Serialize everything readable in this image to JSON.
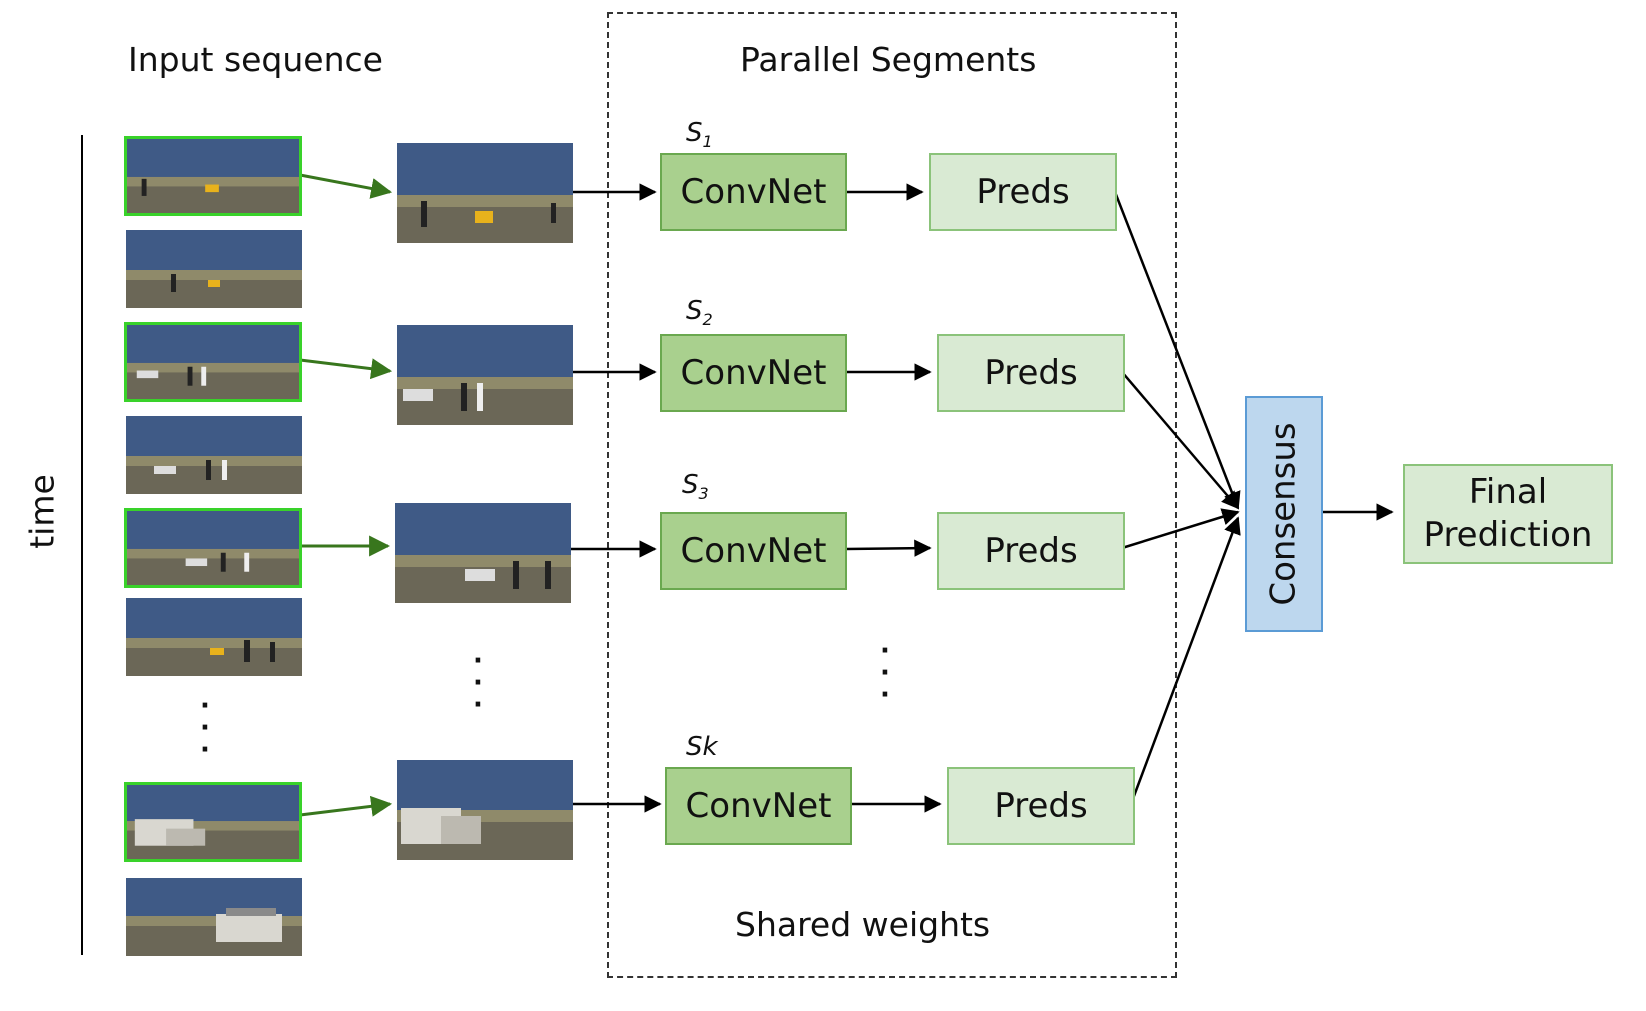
{
  "headings": {
    "input_sequence": "Input sequence",
    "parallel_segments": "Parallel Segments",
    "shared_weights": "Shared weights",
    "time": "time"
  },
  "segments": [
    {
      "label": "S",
      "sub": "1",
      "convnet": "ConvNet",
      "preds": "Preds"
    },
    {
      "label": "S",
      "sub": "2",
      "convnet": "ConvNet",
      "preds": "Preds"
    },
    {
      "label": "S",
      "sub": "3",
      "convnet": "ConvNet",
      "preds": "Preds"
    },
    {
      "label": "Sk",
      "sub": "",
      "convnet": "ConvNet",
      "preds": "Preds"
    }
  ],
  "consensus": "Consensus",
  "final": {
    "line1": "Final",
    "line2": "Prediction"
  },
  "colors": {
    "convnet_fill": "#a9d08e",
    "preds_fill": "#d9ead3",
    "consensus_fill": "#bdd7ee",
    "selected_frame_border": "#39d22a",
    "selection_arrow": "#38761d"
  }
}
